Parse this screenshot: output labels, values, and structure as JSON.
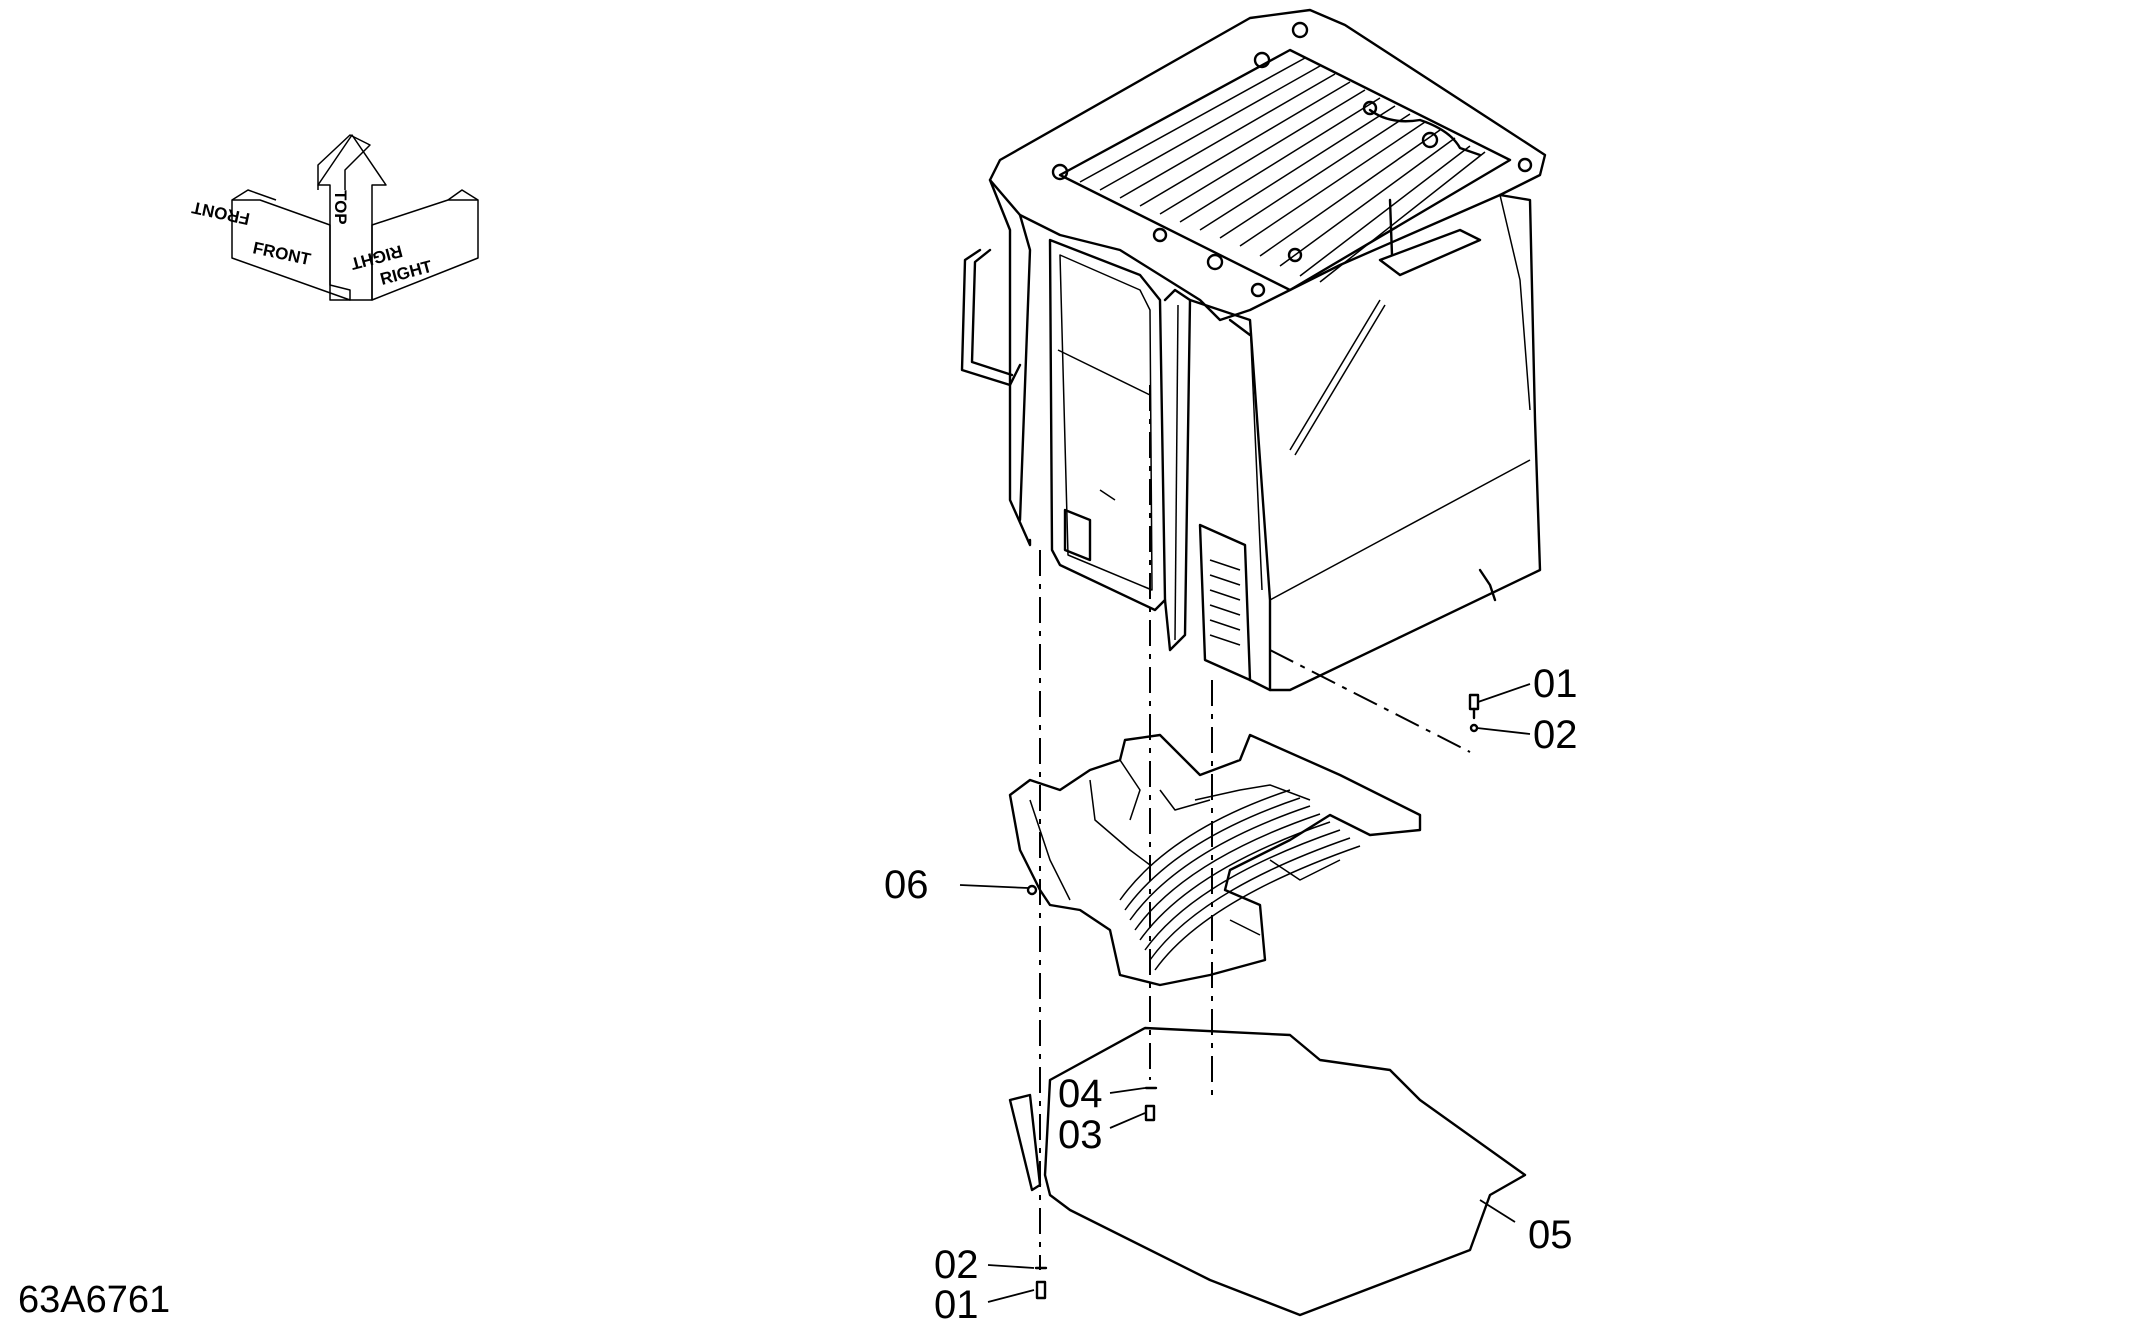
{
  "drawing_code": "63A6761",
  "orientation": {
    "front": "FRONT",
    "front_mirrored": "FRONT",
    "top": "TOP",
    "right": "RIGHT",
    "right_mirrored": "RIGHT"
  },
  "callouts": {
    "c01_top": "01",
    "c02_top": "02",
    "c06": "06",
    "c04": "04",
    "c03": "03",
    "c05": "05",
    "c02_bottom": "02",
    "c01_bottom": "01"
  }
}
